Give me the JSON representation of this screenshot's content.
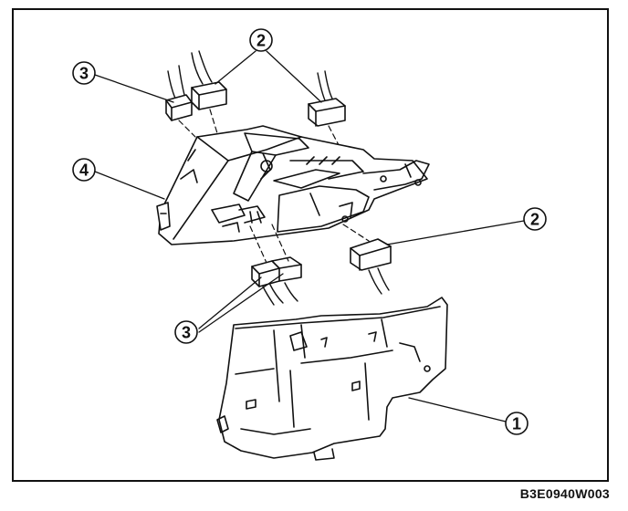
{
  "callouts": [
    {
      "id": "c1",
      "label": "1"
    },
    {
      "id": "c2a",
      "label": "2"
    },
    {
      "id": "c2b",
      "label": "2"
    },
    {
      "id": "c3a",
      "label": "3"
    },
    {
      "id": "c3b",
      "label": "3"
    },
    {
      "id": "c4",
      "label": "4"
    }
  ],
  "figure_code": "B3E0940W003",
  "colors": {
    "ink": "#111111",
    "paper": "#ffffff"
  }
}
